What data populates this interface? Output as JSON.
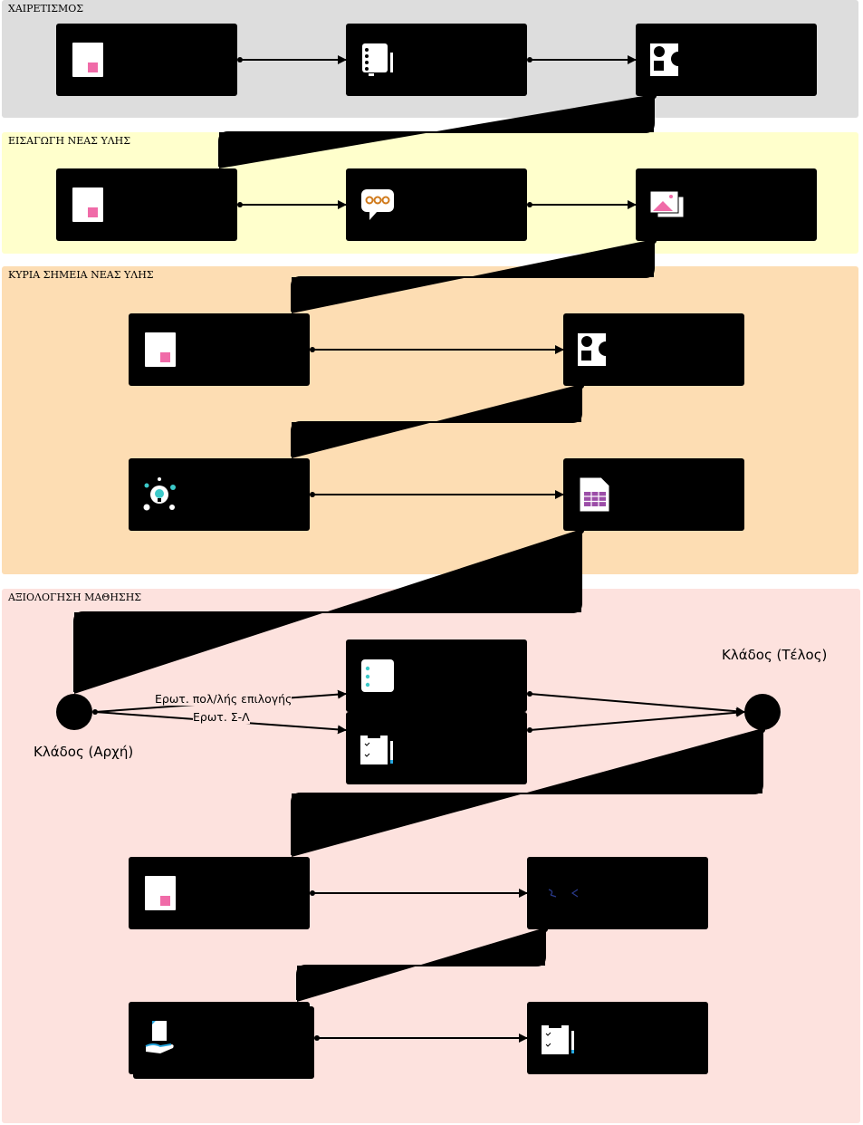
{
  "lanes": [
    {
      "title": "ΧΑΙΡΕΤΙΣΜΟΣ",
      "color": "#dddddd"
    },
    {
      "title": "ΕΙΣΑΓΩΓΗ ΝΕΑΣ ΥΛΗΣ",
      "color": "#ffffcc"
    },
    {
      "title": "ΚΥΡΙΑ ΣΗΜΕΙΑ ΝΕΑΣ ΥΛΗΣ",
      "color": "#fdddb3"
    },
    {
      "title": "ΑΞΙΟΛΟΓΗΣΗ ΜΑΘΗΣΗΣ",
      "color": "#fde2de"
    }
  ],
  "nodes": {
    "branch_start": "Κλάδος (Αρχή)",
    "branch_end": "Κλάδος (Τέλος)"
  },
  "edges": {
    "option_1": "Ερωτ. πολ/λής επιλογής",
    "option_2": "Ερωτ. Σ-Λ"
  },
  "icons": [
    "page-icon",
    "notebook-icon",
    "shapes-icon",
    "page-icon",
    "speech-bubble-icon",
    "image-gallery-icon",
    "page-icon",
    "shapes-icon",
    "idea-network-icon",
    "spreadsheet-icon",
    "checklist-icon",
    "clipboard-icon",
    "page-icon",
    "code-icon",
    "hand-document-icon",
    "clipboard-icon"
  ],
  "colors": {
    "card": "#000000",
    "accent_pink": "#f06ba8",
    "accent_teal": "#3cc9c9",
    "accent_cyan": "#29a8e0"
  }
}
